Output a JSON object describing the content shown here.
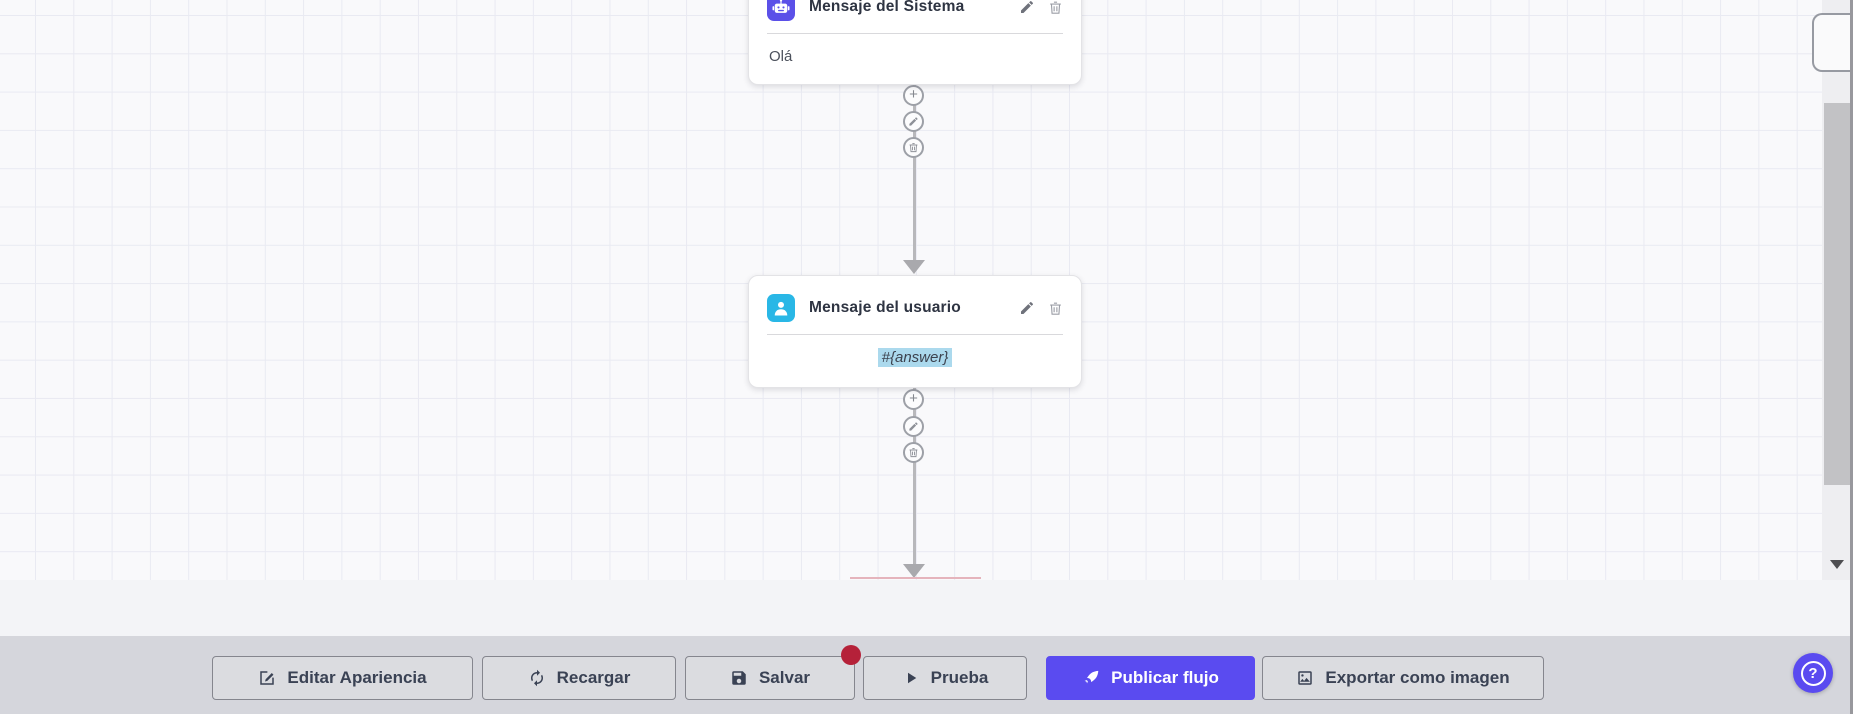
{
  "canvas": {
    "nodes": [
      {
        "title": "Mensaje del Sistema",
        "body": "Olá",
        "icon": "robot-icon",
        "icon_color": "#5b50e8",
        "actions": [
          "edit",
          "delete"
        ]
      },
      {
        "title": "Mensaje del usuario",
        "body": "#{answer}",
        "icon": "user-icon",
        "icon_color": "#29b7e6",
        "actions": [
          "edit",
          "delete"
        ]
      }
    ],
    "connector_actions": [
      "add",
      "edit",
      "delete"
    ]
  },
  "toolbar": {
    "buttons": [
      {
        "label": "Editar Apariencia",
        "icon": "edit-square-icon"
      },
      {
        "label": "Recargar",
        "icon": "refresh-icon"
      },
      {
        "label": "Salvar",
        "icon": "save-icon",
        "has_unsaved_badge": true
      },
      {
        "label": "Prueba",
        "icon": "play-icon"
      },
      {
        "label": "Publicar flujo",
        "icon": "rocket-icon",
        "primary": true
      },
      {
        "label": "Exportar como imagen",
        "icon": "image-icon"
      }
    ]
  },
  "help": {
    "icon": "question-mark-icon",
    "label": "?"
  },
  "colors": {
    "accent": "#5a4bf0",
    "system_node_icon": "#5b50e8",
    "user_node_icon": "#29b7e6",
    "unsaved_badge": "#b52139",
    "variable_highlight": "#abd9ed",
    "toolbar_bg": "#d5d6dc",
    "canvas_bg": "#f9f9fb"
  }
}
